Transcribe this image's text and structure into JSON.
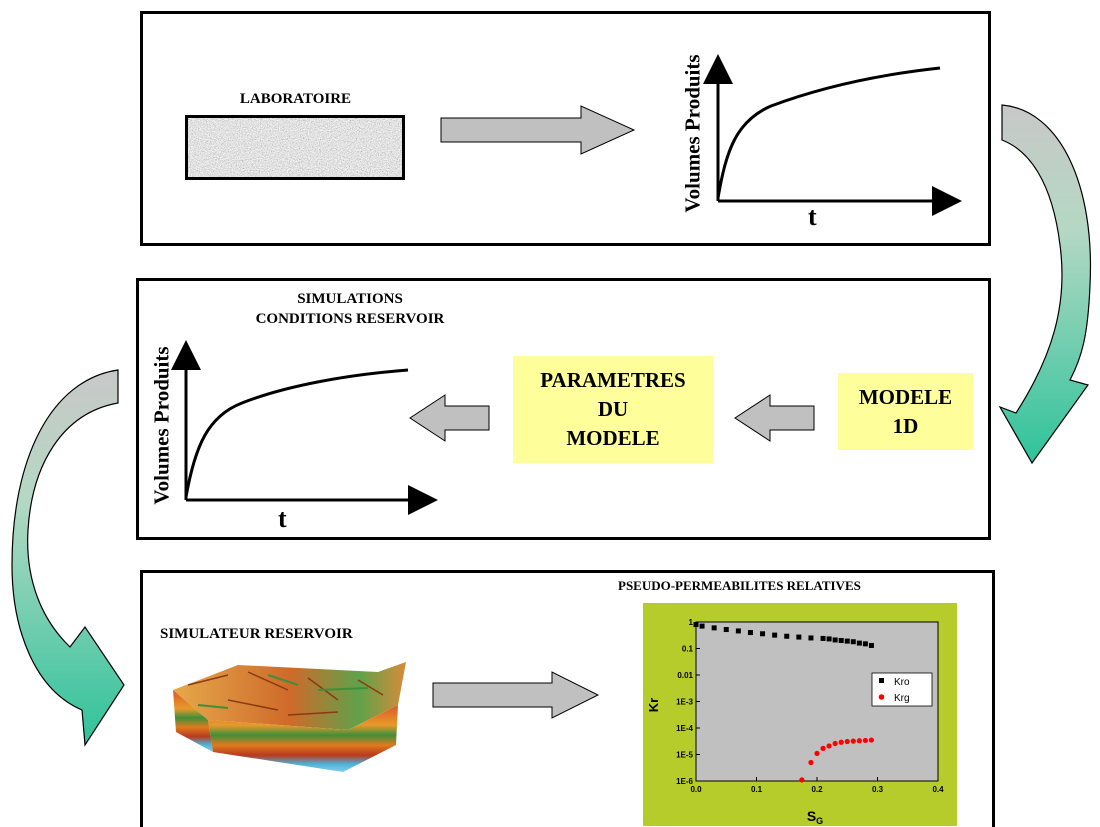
{
  "top": {
    "lab_label": "LABORATOIRE",
    "y_axis": "Volumes Produits",
    "x_axis": "t"
  },
  "middle": {
    "sim_title_line1": "SIMULATIONS",
    "sim_title_line2": "CONDITIONS RESERVOIR",
    "y_axis": "Volumes Produits",
    "x_axis": "t",
    "params_box": [
      "PARAMETRES",
      "DU",
      "MODELE"
    ],
    "model_box": [
      "MODELE",
      "1D"
    ]
  },
  "bottom": {
    "simulator_label": "SIMULATEUR RESERVOIR",
    "pseudo_title": "PSEUDO-PERMEABILITES RELATIVES"
  },
  "colors": {
    "yellow_box": "#fefe9a",
    "gray_arrow": "#c0c0c0",
    "green_arrow": "#3cc49a",
    "chart_frame": "#b6cc2a",
    "chart_bg": "#c0c0c0",
    "kro_marker": "#000000",
    "krg_marker": "#ff0000"
  },
  "chart_data": {
    "type": "scatter",
    "xlabel": "S",
    "xlabel_sub": "G",
    "ylabel": "Kr",
    "yscale": "log",
    "xlim": [
      0.0,
      0.4
    ],
    "ylim": [
      1e-06,
      1
    ],
    "x_ticks": [
      "0.0",
      "0.1",
      "0.2",
      "0.3",
      "0.4"
    ],
    "y_ticks": [
      "1E-6",
      "1E-5",
      "1E-4",
      "1E-3",
      "0.01",
      "0.1",
      "1"
    ],
    "legend_position": "right",
    "series": [
      {
        "name": "Kro",
        "marker": "square",
        "color": "#000000",
        "x": [
          0.0,
          0.01,
          0.03,
          0.05,
          0.07,
          0.09,
          0.11,
          0.13,
          0.15,
          0.17,
          0.19,
          0.21,
          0.22,
          0.23,
          0.24,
          0.25,
          0.26,
          0.27,
          0.28,
          0.29
        ],
        "y": [
          0.8,
          0.7,
          0.6,
          0.52,
          0.46,
          0.4,
          0.36,
          0.32,
          0.29,
          0.27,
          0.25,
          0.24,
          0.23,
          0.21,
          0.2,
          0.19,
          0.18,
          0.16,
          0.15,
          0.13
        ]
      },
      {
        "name": "Krg",
        "marker": "circle",
        "color": "#ff0000",
        "x": [
          0.175,
          0.19,
          0.2,
          0.21,
          0.22,
          0.23,
          0.24,
          0.25,
          0.26,
          0.27,
          0.28,
          0.29
        ],
        "y": [
          1.1e-06,
          5e-06,
          1.1e-05,
          1.7e-05,
          2.1e-05,
          2.6e-05,
          2.9e-05,
          3.1e-05,
          3.2e-05,
          3.3e-05,
          3.4e-05,
          3.5e-05
        ]
      }
    ]
  }
}
